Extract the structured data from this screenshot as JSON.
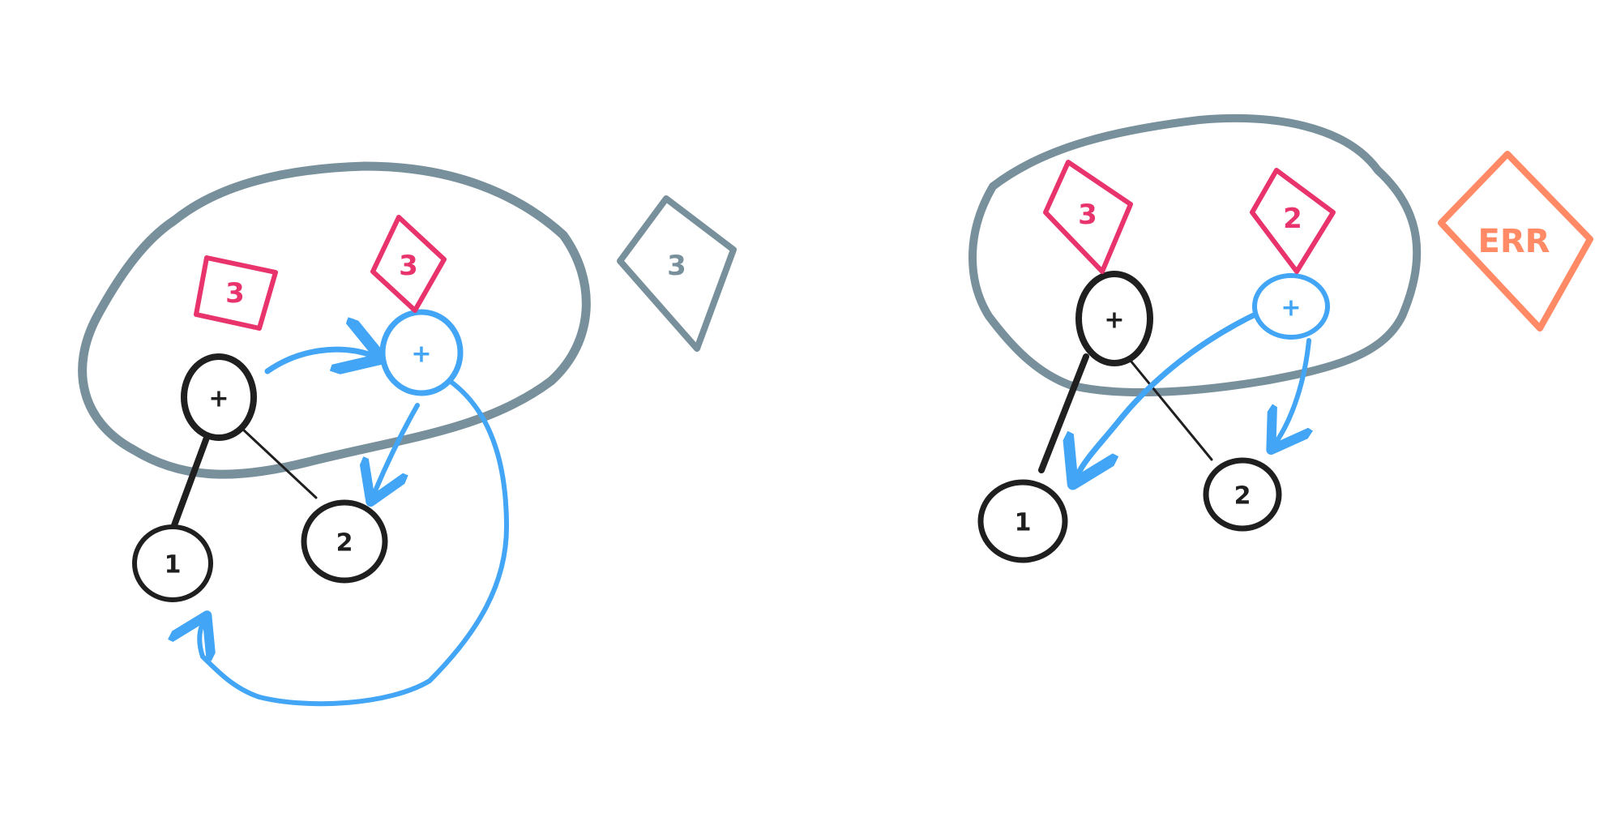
{
  "colors": {
    "ink": "#1f1f1f",
    "blue": "#42a5f5",
    "pink": "#e8336d",
    "gray": "#78909c",
    "orange": "#ff8a65",
    "background": "#ffffff"
  },
  "left_diagram": {
    "nodes": {
      "root_black": "+",
      "root_blue": "+",
      "leaf_one": "1",
      "leaf_two": "2"
    },
    "tags": {
      "black_root_tag": "3",
      "blue_root_tag": "3",
      "result": "3"
    }
  },
  "right_diagram": {
    "nodes": {
      "root_black": "+",
      "root_blue": "+",
      "leaf_one": "1",
      "leaf_two": "2"
    },
    "tags": {
      "black_root_tag": "3",
      "blue_root_tag": "2",
      "result": "ERR"
    }
  }
}
